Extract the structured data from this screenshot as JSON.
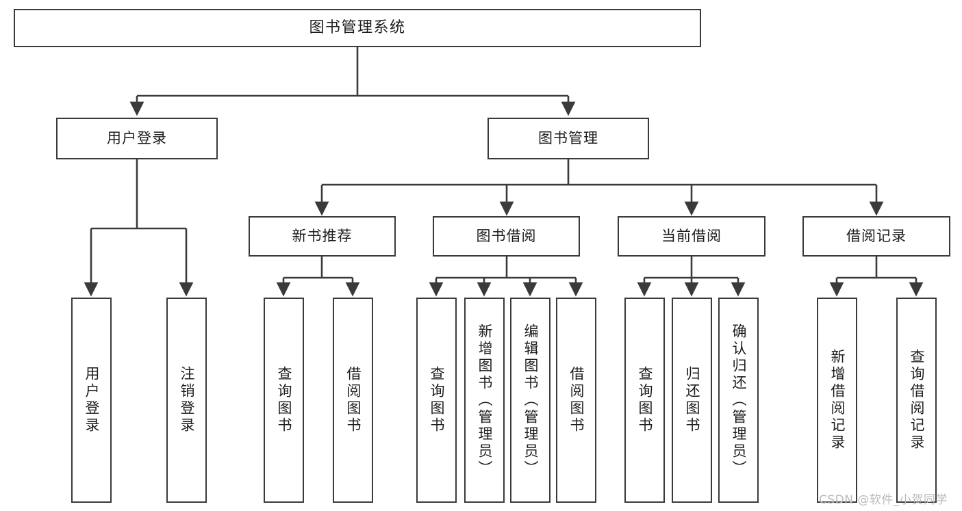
{
  "diagram": {
    "title": "图书管理系统",
    "type": "tree-hierarchy-chart",
    "root": {
      "label": "图书管理系统"
    },
    "level2": [
      {
        "label": "用户登录"
      },
      {
        "label": "图书管理"
      }
    ],
    "level3": [
      {
        "label": "新书推荐"
      },
      {
        "label": "图书借阅"
      },
      {
        "label": "当前借阅"
      },
      {
        "label": "借阅记录"
      }
    ],
    "leaves": {
      "user_login": [
        {
          "label": "用户登录"
        },
        {
          "label": "注销登录"
        }
      ],
      "new_book_recommend": [
        {
          "label": "查询图书"
        },
        {
          "label": "借阅图书"
        }
      ],
      "book_borrow": [
        {
          "label": "查询图书"
        },
        {
          "label": "新增图书（管理员）"
        },
        {
          "label": "编辑图书（管理员）"
        },
        {
          "label": "借阅图书"
        }
      ],
      "current_borrow": [
        {
          "label": "查询图书"
        },
        {
          "label": "归还图书"
        },
        {
          "label": "确认归还（管理员）"
        }
      ],
      "borrow_record": [
        {
          "label": "新增借阅记录"
        },
        {
          "label": "查询借阅记录"
        }
      ]
    }
  },
  "watermark": {
    "text": "CSDN @软件_小贺同学"
  },
  "colors": {
    "stroke": "#3a3a3a",
    "background": "#ffffff",
    "text": "#1c1c1c",
    "watermark": "#b9b9b9"
  }
}
